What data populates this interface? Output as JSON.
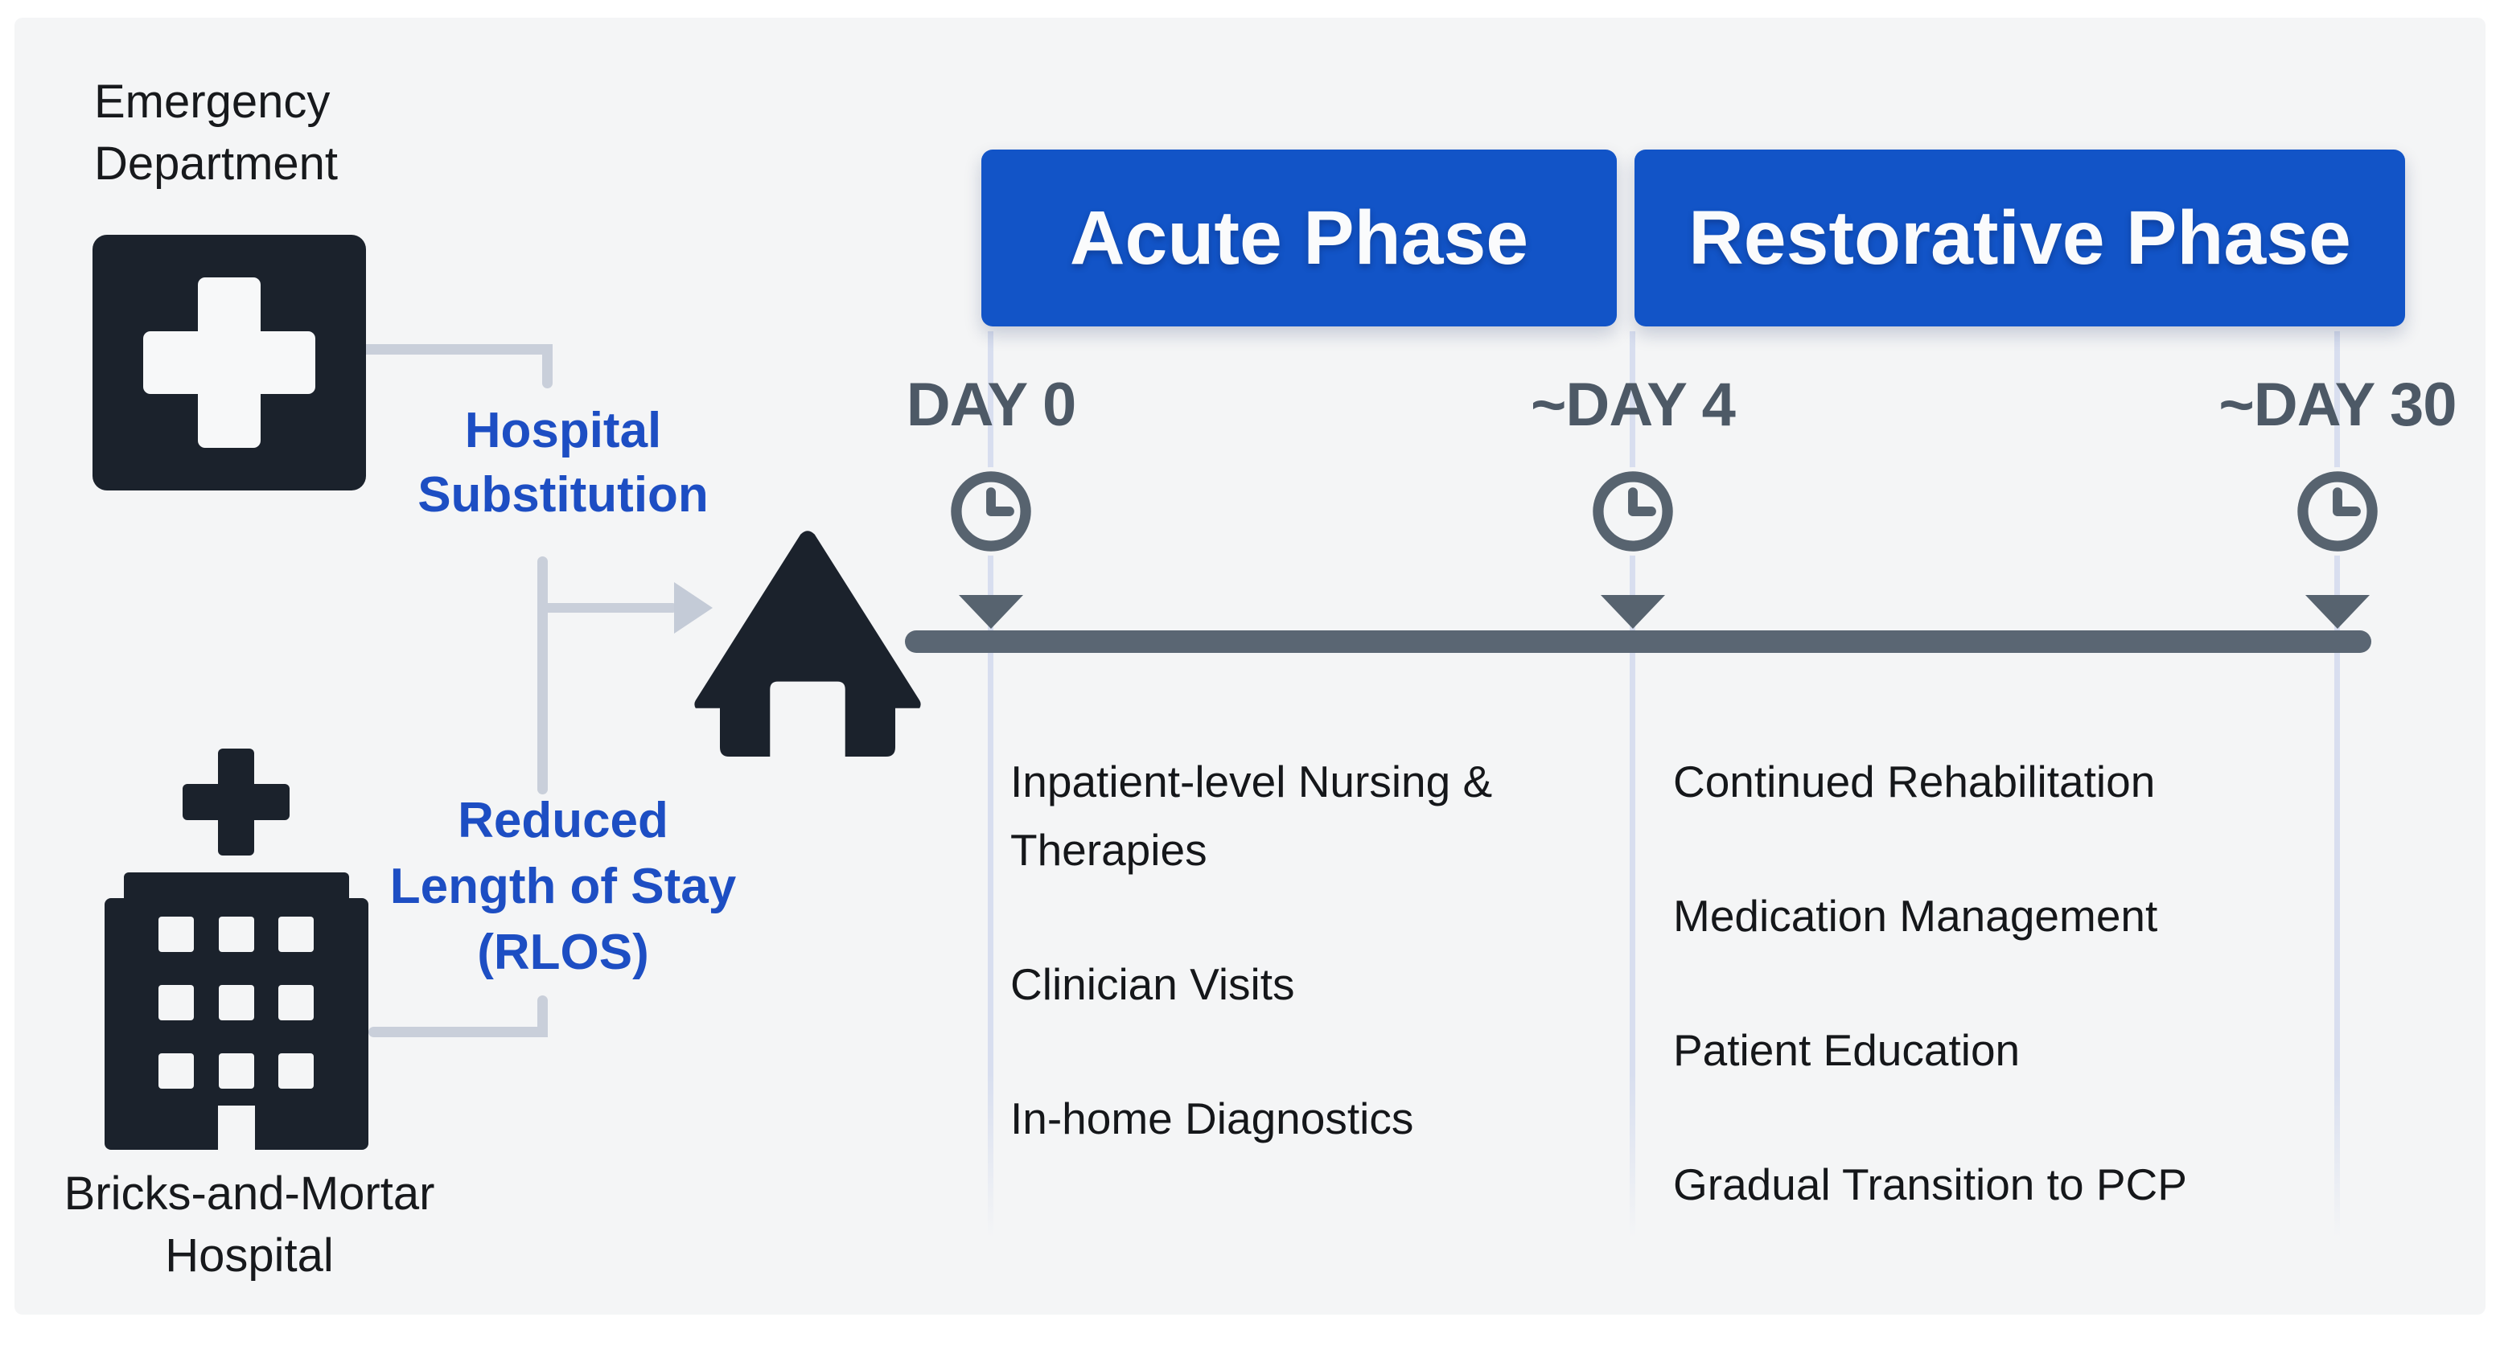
{
  "left": {
    "emergency_department": "Emergency\nDepartment",
    "hospital_substitution": "Hospital\nSubstitution",
    "reduced_length_of_stay": "Reduced\nLength of Stay\n(RLOS)",
    "bricks_and_mortar": "Bricks-and-Mortar\nHospital"
  },
  "timeline": {
    "markers": [
      "DAY 0",
      "~DAY 4",
      "~DAY 30"
    ],
    "phases": [
      {
        "label": "Acute Phase",
        "items": [
          "Inpatient-level Nursing & Therapies",
          "Clinician Visits",
          "In-home Diagnostics"
        ]
      },
      {
        "label": "Restorative Phase",
        "items": [
          "Continued Rehabilitation",
          "Medication Management",
          "Patient Education",
          "Gradual Transition to PCP"
        ]
      }
    ]
  },
  "icons": {
    "emergency": "medical-cross-icon",
    "hospital": "hospital-building-icon",
    "home": "home-icon",
    "clock": "clock-icon",
    "marker": "triangle-down-icon",
    "arrow": "arrow-right-icon"
  },
  "colors": {
    "canvas_bg": "#f4f5f6",
    "phase_blue": "#1254c7",
    "label_blue": "#1d4ec3",
    "slate_text": "#4d5966",
    "timeline_bar": "#5a6673",
    "icon_dark": "#1b222c",
    "connector_gray": "#c9cfda"
  }
}
